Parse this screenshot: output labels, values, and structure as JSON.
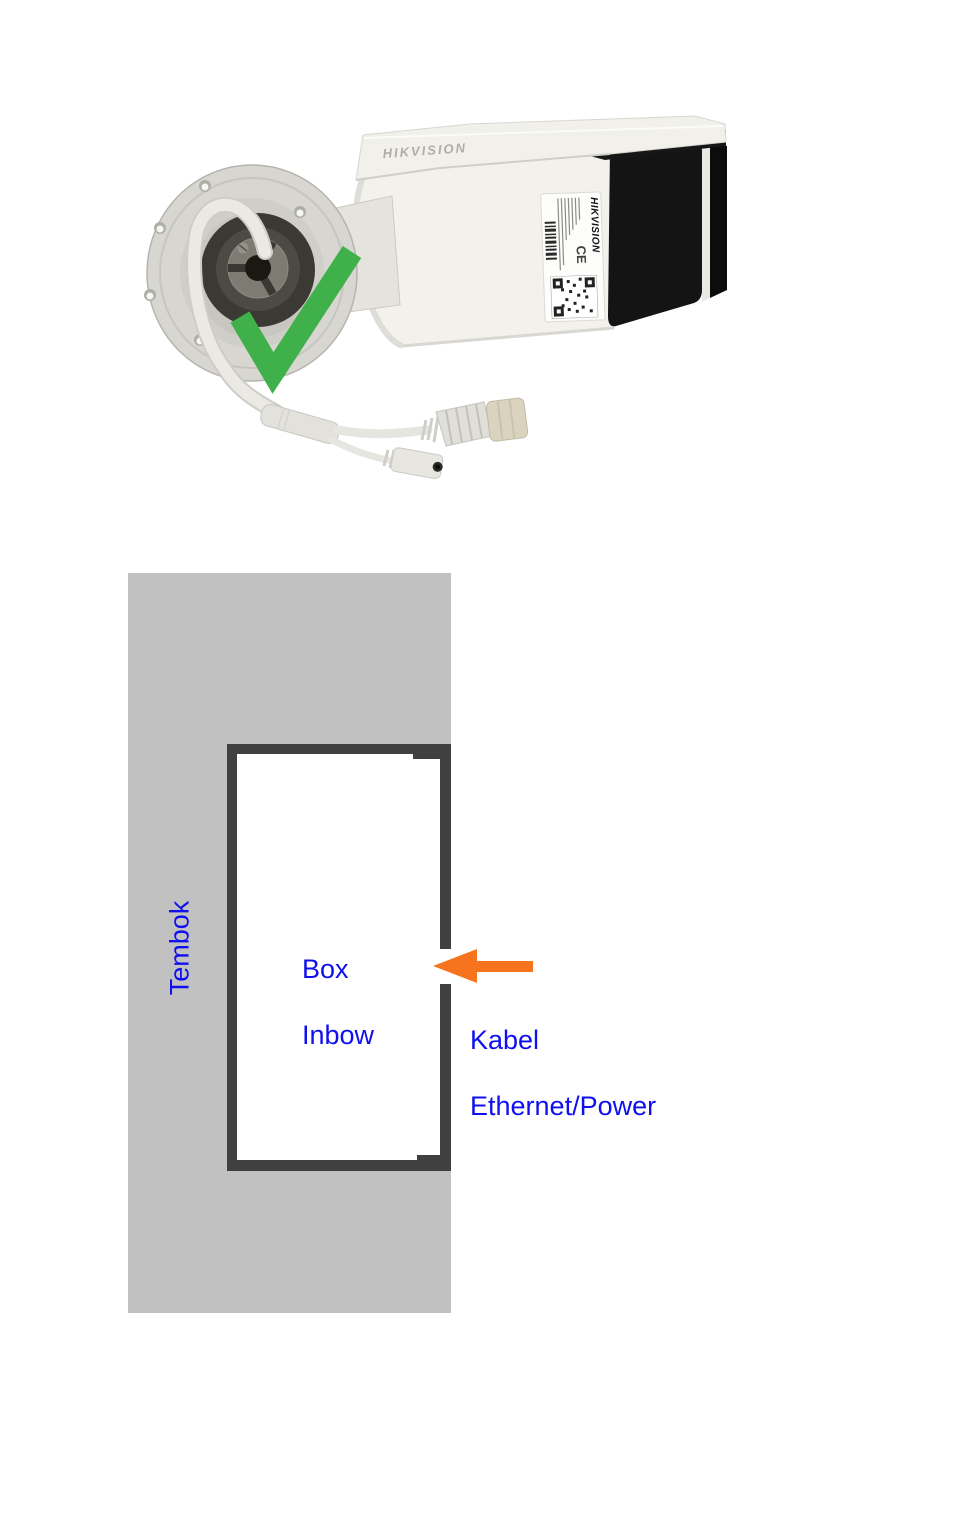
{
  "document": {
    "background_color": "#FFFFFF",
    "description_icons": [
      "camera-photo",
      "green-checkmark-icon",
      "arrow-left-icon"
    ]
  },
  "photo": {
    "shield_brand": "HIKVISION",
    "label_brand": "HIKVISION",
    "label_ce_mark": "CE",
    "checkmark_icon": "green-checkmark",
    "colors": {
      "camera_white": "#F2F1EC",
      "front_black": "#141414",
      "base_gray": "#D7D6D1",
      "checkmark_green": "#3FB04A",
      "connector_beige": "#DAD4BE"
    }
  },
  "diagram": {
    "wall_label": "Tembok",
    "box_label_line1": "Box",
    "box_label_line2": "Inbow",
    "cable_label_line1": "Kabel",
    "cable_label_line2": "Ethernet/Power",
    "arrow_icon": "arrow-left",
    "colors": {
      "wall_gray": "#C1C1C1",
      "box_frame_dark": "#404040",
      "label_blue": "#0F0FEF",
      "arrow_orange": "#F5741D"
    }
  }
}
